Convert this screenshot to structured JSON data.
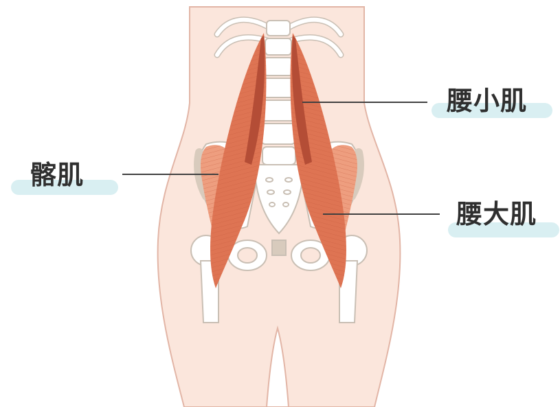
{
  "labels": {
    "psoas_minor": "腰小肌",
    "iliacus": "髂肌",
    "psoas_major": "腰大肌"
  },
  "colors": {
    "skin": "#fbe6dc",
    "skin_outline": "#e2b5a6",
    "bone": "#ffffff",
    "bone_outline": "#c9bfb4",
    "muscle": "#de7453",
    "muscle_dark": "#b44d36",
    "label_highlight": "#d9eff2",
    "leader_line": "#404040"
  }
}
